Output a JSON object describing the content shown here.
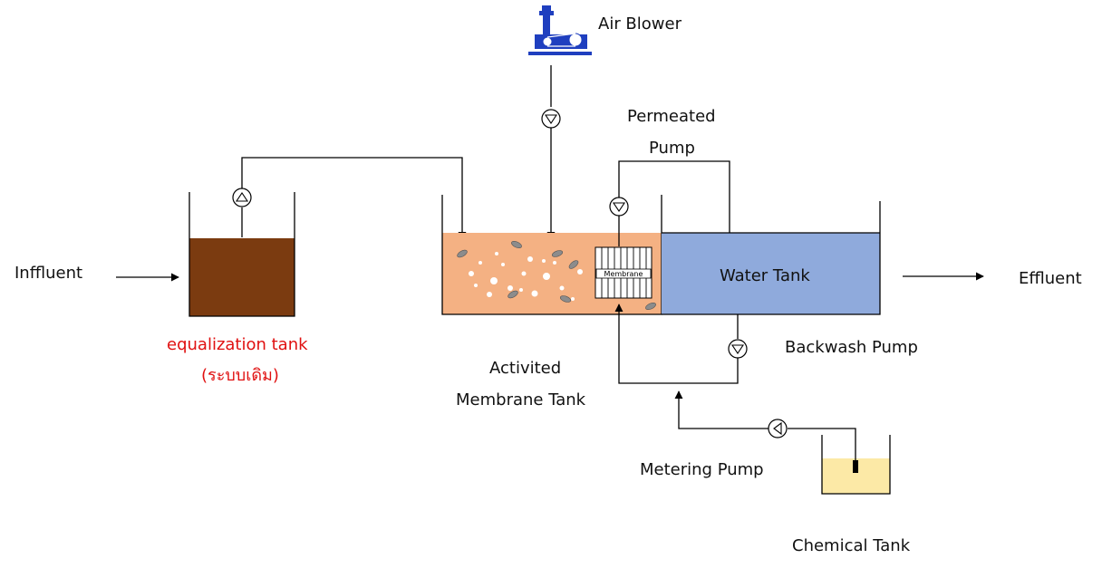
{
  "labels": {
    "air_blower": "Air Blower",
    "permeated_pump_1": "Permeated",
    "permeated_pump_2": "Pump",
    "influent": "Inffluent",
    "effluent": "Effluent",
    "equalization_1": "equalization tank",
    "equalization_2": "(ระบบเดิม)",
    "activited_1": "Activited",
    "activited_2": "Membrane Tank",
    "water_tank": "Water Tank",
    "membrane": "Membrane",
    "backwash_pump": "Backwash Pump",
    "metering_pump": "Metering Pump",
    "chemical_tank": "Chemical Tank"
  },
  "colors": {
    "equalization_fill": "#7b3b10",
    "membrane_tank_fill": "#f4b183",
    "water_tank_fill": "#8faadc",
    "chemical_fill": "#fce9a6",
    "blower": "#1f3fbf",
    "highlight_text": "#e01010"
  }
}
